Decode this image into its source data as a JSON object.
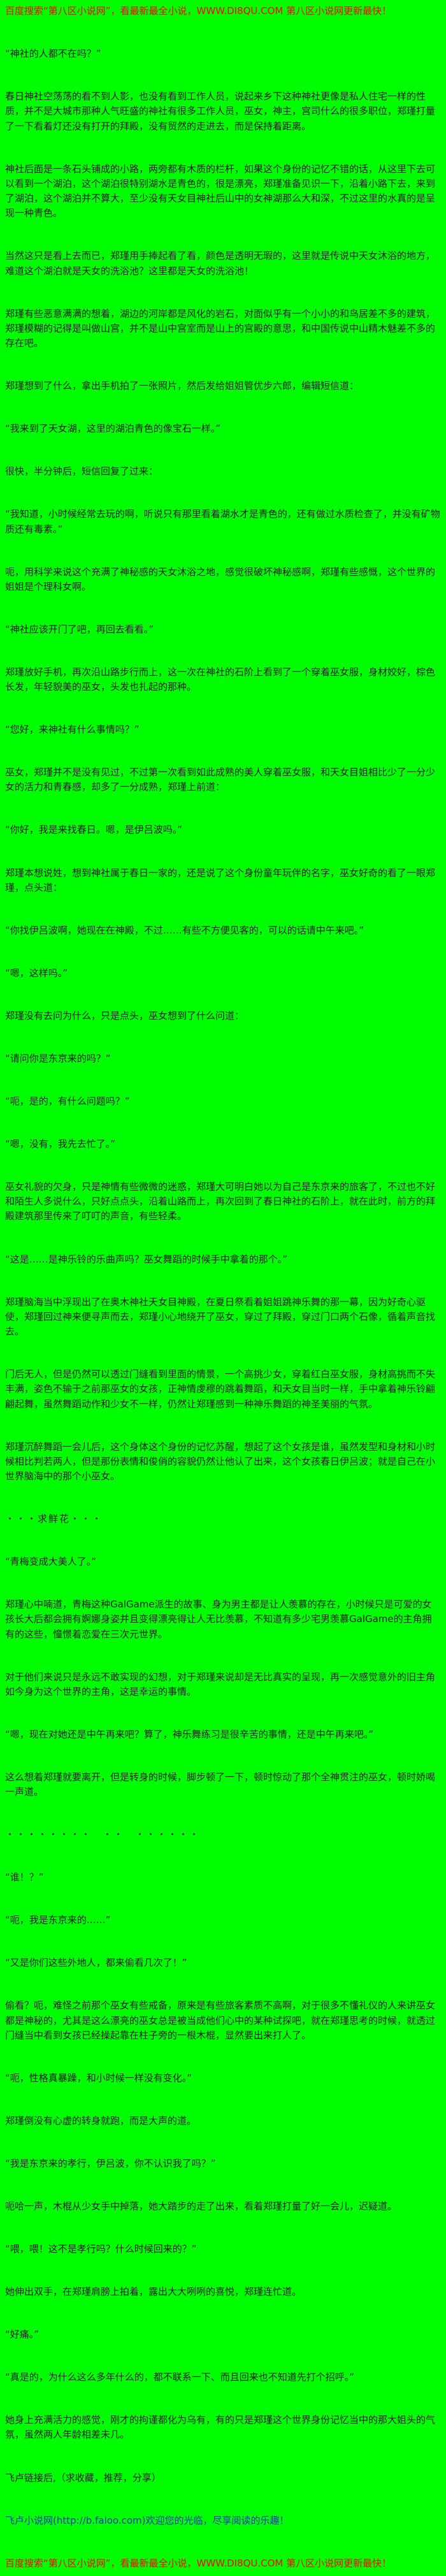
{
  "page": {
    "background": "#00FF00",
    "body_text_color": "#1A1A1A",
    "promo_color": "#FF0000",
    "link_color": "#2B2BCC"
  },
  "content": {
    "lines": [
      {
        "style": "promo",
        "text": "百度搜索“第八区小说网”，看最新最全小说，WWW.DI8QU.COM 第八区小说网更新最快！"
      },
      {
        "style": "body",
        "text": "“神社的人都不在吗？”"
      },
      {
        "style": "body",
        "text": "春日神社空荡荡的看不到人影，也没有看到工作人员，说起来乡下这种神社更像是私人住宅一样的性质，并不是大城市那种人气旺盛的神社有很多工作人员，巫女，神主，宫司什么的很多职位，郑瑾打量了一下看着灯还没有打开的拜殿，没有贸然的走进去，而是保持着距离。"
      },
      {
        "style": "body",
        "text": "神社后面是一条石头铺成的小路，两旁都有木质的栏杆，如果这个身份的记忆不错的话，从这里下去可以看到一个湖泊，这个湖泊很特别湖水是青色的，很是漂亮，郑瑾准备见识一下，沿着小路下去，来到了湖泊，这个湖泊并不算大，至少没有天女目神社后山中的女神湖那么大和深，不过这里的水真的是呈现一种青色。"
      },
      {
        "style": "body",
        "text": "当然这只是看上去而已，郑瑾用手捧起看了看，颜色是透明无瑕的，这里就是传说中天女沐浴的地方，难道这个湖泊就是天女的洗浴池？这里都是天女的洗浴池！"
      },
      {
        "style": "body",
        "text": "郑瑾有些恶意满满的想着，湖边的河岸都是风化的岩石，对面似乎有一个小小的和鸟居差不多的建筑，郑瑾模糊的记得是叫做山宫，并不是山中宫室而是山上的宫殿的意思，和中国传说中山精木魅差不多的存在吧。"
      },
      {
        "style": "body",
        "text": "郑瑾想到了什么，拿出手机拍了一张照片，然后发给姐姐管优步六郎，编辑短信道："
      },
      {
        "style": "body",
        "text": "“我来到了天女湖，这里的湖泊青色的像宝石一样。”"
      },
      {
        "style": "body",
        "text": "很快，半分钟后，短信回复了过来："
      },
      {
        "style": "body",
        "text": "“我知道，小时候经常去玩的啊，听说只有那里看着湖水才是青色的，还有做过水质检查了，并没有矿物质还有毒素。”"
      },
      {
        "style": "body",
        "text": "呃，用科学来说这个充满了神秘感的天女沐浴之地，感觉很破坏神秘感啊，郑瑾有些感慨，这个世界的姐姐是个理科女啊。"
      },
      {
        "style": "body",
        "text": "“神社应该开门了吧，再回去看看。”"
      },
      {
        "style": "body",
        "text": "郑瑾放好手机，再次沿山路步行而上，这一次在神社的石阶上看到了一个穿着巫女服，身材姣好，棕色长发，年轻貌美的巫女，头发也扎起的那种。"
      },
      {
        "style": "body",
        "text": "“您好，来神社有什么事情吗？”"
      },
      {
        "style": "body",
        "text": "巫女，郑瑾并不是没有见过，不过第一次看到如此成熟的美人穿着巫女服，和天女目姐相比少了一分少女的活力和青春感，却多了一分成熟，郑瑾上前道："
      },
      {
        "style": "body",
        "text": "“你好，我是来找春日。嗯，是伊吕波吗。”"
      },
      {
        "style": "body",
        "text": "郑瑾本想说姓，想到神社属于春日一家的，还是说了这个身份童年玩伴的名字，巫女好奇的看了一眼郑瑾，点头道："
      },
      {
        "style": "body",
        "text": "“你找伊吕波啊，她现在在神殿，不过……有些不方便见客的，可以的话请中午来吧。”"
      },
      {
        "style": "body",
        "text": "“嗯，这样吗。”"
      },
      {
        "style": "body",
        "text": "郑瑾没有去问为什么，只是点头，巫女想到了什么问道："
      },
      {
        "style": "body",
        "text": "“请问你是东京来的吗？”"
      },
      {
        "style": "body",
        "text": "“呃，是的，有什么问题吗？”"
      },
      {
        "style": "body",
        "text": "“嗯，没有，我先去忙了。”"
      },
      {
        "style": "body",
        "text": "巫女礼貌的欠身，只是神情有些微微的迷惑，郑瑾大可明白她以为自己是东京来的旅客了，不过也不好和陌生人多说什么，只好点点头，沿着山路而上，再次回到了春日神社的石阶上，就在此时，前方的拜殿建筑那里传来了叮叮的声音，有些轻柔。"
      },
      {
        "style": "body",
        "text": "“这是……是神乐铃的乐曲声吗？巫女舞蹈的时候手中拿着的那个。”"
      },
      {
        "style": "body",
        "text": "郑瑾脑海当中浮现出了在奥木神社天女目神殿，在夏日祭看着姐姐跳神乐舞的那一幕，因为好奇心驱使，郑瑾回过神来便寻声而去，郑瑾小心地绕开了巫女，穿过了拜殿，穿过门口两个石像，循着声音找去。"
      },
      {
        "style": "body",
        "text": "门后无人，但是仍然可以透过门缝看到里面的情景，一个高挑少女，穿着红白巫女服，身材高挑而不失丰满，姿色不输于之前那巫女的女孩，正神情虔穆的跳着舞蹈，和天女目当时一样，手中拿着神乐铃翩翩起舞，虽然舞蹈动作和少女不一样，仍然让郑瑾感到一种神乐舞蹈的神圣美丽的气氛。"
      },
      {
        "style": "body",
        "text": "郑瑾沉醉舞蹈一会儿后，这个身体这个身份的记忆苏醒，想起了这个女孩是谁，虽然发型和身材和小时候相比判若两人，但是那份表情和俊俏的容貌仍然让他认了出来，这个女孩春日伊吕波；就是自己在小世界脑海中的那个小巫女。"
      },
      {
        "style": "dots",
        "text": "・・・求鲜花・・・"
      },
      {
        "style": "body",
        "text": "“青梅变成大美人了。”"
      },
      {
        "style": "body",
        "text": "郑瑾心中喃道，青梅这种GalGame派生的故事、身为男主都是让人羡慕的存在，小时候只是可爱的女孩长大后都会拥有婀娜身姿并且变得漂亮得让人无比羡慕，不知道有多少宅男羡慕GalGame的主角拥有的这些，憧憬着恋爱在三次元世界。"
      },
      {
        "style": "body",
        "text": "对于他们来说只是永远不敢实现的幻想，对于郑瑾来说却是无比真实的呈现，再一次感觉意外的旧主角如今身为这个世界的主角，这是幸运的事情。"
      },
      {
        "style": "body",
        "text": "“嗯，现在对她还是中午再来吧？算了，神乐舞练习是很辛苦的事情，还是中午再来吧。”"
      },
      {
        "style": "body",
        "text": "这么想着郑瑾就要离开，但是转身的时候，脚步顿了一下，顿时惊动了那个全神贯注的巫女，顿时娇喝一声道。"
      },
      {
        "style": "dots",
        "text": "・・・・・・・・　・・　・・・・・・"
      },
      {
        "style": "body",
        "text": "“谁！？”"
      },
      {
        "style": "body",
        "text": "“呃，我是东京来的……”"
      },
      {
        "style": "body",
        "text": "“又是你们这些外地人，都来偷看几次了！”"
      },
      {
        "style": "body",
        "text": "偷看？呃，难怪之前那个巫女有些戒备，原来是有些旅客素质不高啊，对于很多不懂礼仪的人来讲巫女都是神秘的，尤其是这么漂亮的巫女总是被当成他们心中的某种试探吧，就在郑瑾思考的时候，就透过门缝当中看到女孩已经操起靠在柱子旁的一根木棍，显然要出来打人了。"
      },
      {
        "style": "body",
        "text": "“呃，性格真暴躁，和小时候一样没有变化。”"
      },
      {
        "style": "body",
        "text": "郑瑾倒没有心虚的转身就跑，而是大声的道。"
      },
      {
        "style": "body",
        "text": "“我是东京来的孝行，伊吕波，你不认识我了吗？”"
      },
      {
        "style": "body",
        "text": "呃哈一声，木棍从少女手中掉落，她大踏步的走了出来，看着郑瑾打量了好一会儿，迟疑道。"
      },
      {
        "style": "body",
        "text": "“喂，喂！这不是孝行吗？什么时候回来的？”"
      },
      {
        "style": "body",
        "text": "她伸出双手，在郑瑾肩膀上拍着，露出大大咧咧的喜悦，郑瑾连忙道。"
      },
      {
        "style": "body",
        "text": "“好痛。”"
      },
      {
        "style": "body",
        "text": "“真是的，为什么这么多年什么的，都不联系一下、而且回来也不知道先打个招呼。”"
      },
      {
        "style": "body",
        "text": "她身上充满活力的感觉，刚才的拘谨都化为乌有，有的只是郑瑾这个世界身份记忆当中的那大姐头的气氛，虽然两人年龄相差未几。"
      },
      {
        "style": "body",
        "text": "飞卢链接后,（求收藏，推荐，分享）"
      },
      {
        "style": "link",
        "text": "飞卢小说网(http://b.faloo.com)欢迎您的光临，尽享阅读的乐趣！"
      },
      {
        "style": "promo",
        "text": "百度搜索“第八区小说网”，看最新最全小说，WWW.DI8QU.COM 第八区小说网更新最快！"
      }
    ]
  }
}
